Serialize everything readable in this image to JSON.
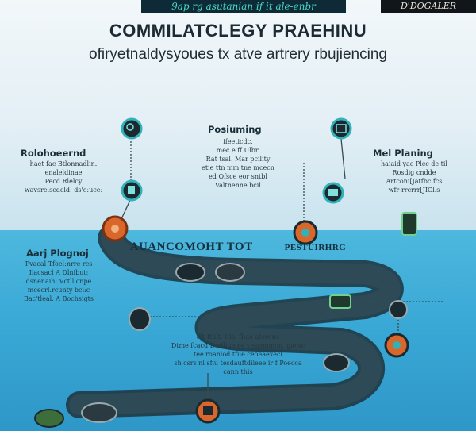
{
  "banner": "9ap rg asutanian if it ale-enbr",
  "brand_logo": "D'DOGALER",
  "title": "COMMILATCLEGY PRAEHINU",
  "subtitle": "ofiryetnaldysyoues  tx atve artrery rbujiencing",
  "sections": {
    "top_left": {
      "heading": "Rolohoeernd",
      "lines": [
        "haet fac Btlonnadlin.",
        "enaleldinae",
        "Pecd Rlelcy",
        "wavsre.scdcld: ds'e:uce:"
      ]
    },
    "top_center": {
      "heading": "Posiuming",
      "lines": [
        "ifeeticdc,",
        "mec.e ff Ulbr.",
        "Rat tsal. Mar pcility",
        "etie ttn mm tne mcecn",
        "ed Ofsce eor sntbl",
        "Valtnenne bcil"
      ]
    },
    "top_right": {
      "heading": "Mel Planing",
      "lines": [
        "haiaid yac Plcc de til",
        "Rosdig cndde",
        "Artconi[Jatfbc fcs",
        "wfr-rrcrrr[JICl.s"
      ]
    },
    "left_mid": {
      "heading": "Aarj Plognoj",
      "lines": [
        "Pvacal Tfoel:nrre rcs",
        "Iiacsacl A Dlnibut:",
        "dsnenaih: Vctll cnpe",
        "mcecrl.rcunty bci:c",
        "Bac'tleal. A Bochsigts"
      ]
    },
    "center_mid": {
      "heading": "AUANCOMOHT TOT",
      "heading_right": "PESTUIRHRG"
    },
    "bottom_center": {
      "lines": [
        "elt Itiilt. Itis. fhae aterenc",
        "Dtme fcacd D ullige ee vescenmon. gacsc",
        "tee roanlod tfue ceoeaexecl",
        "sh csrs ni sfiu tesdauftdiieee ir f Poecca",
        "cann this"
      ]
    }
  },
  "colors": {
    "road": "#2e4a56",
    "road_edge": "#1d333c",
    "icon_dark": "#1b2a30",
    "icon_accent": "#2fb3b8",
    "node_orange": "#d9672c",
    "dashed": "#3c4a50"
  },
  "icons": [
    "calendar-icon",
    "document-icon",
    "search-icon",
    "ticket-icon",
    "gear-icon",
    "pin-icon",
    "cart-icon",
    "car-icon",
    "phone-icon"
  ]
}
